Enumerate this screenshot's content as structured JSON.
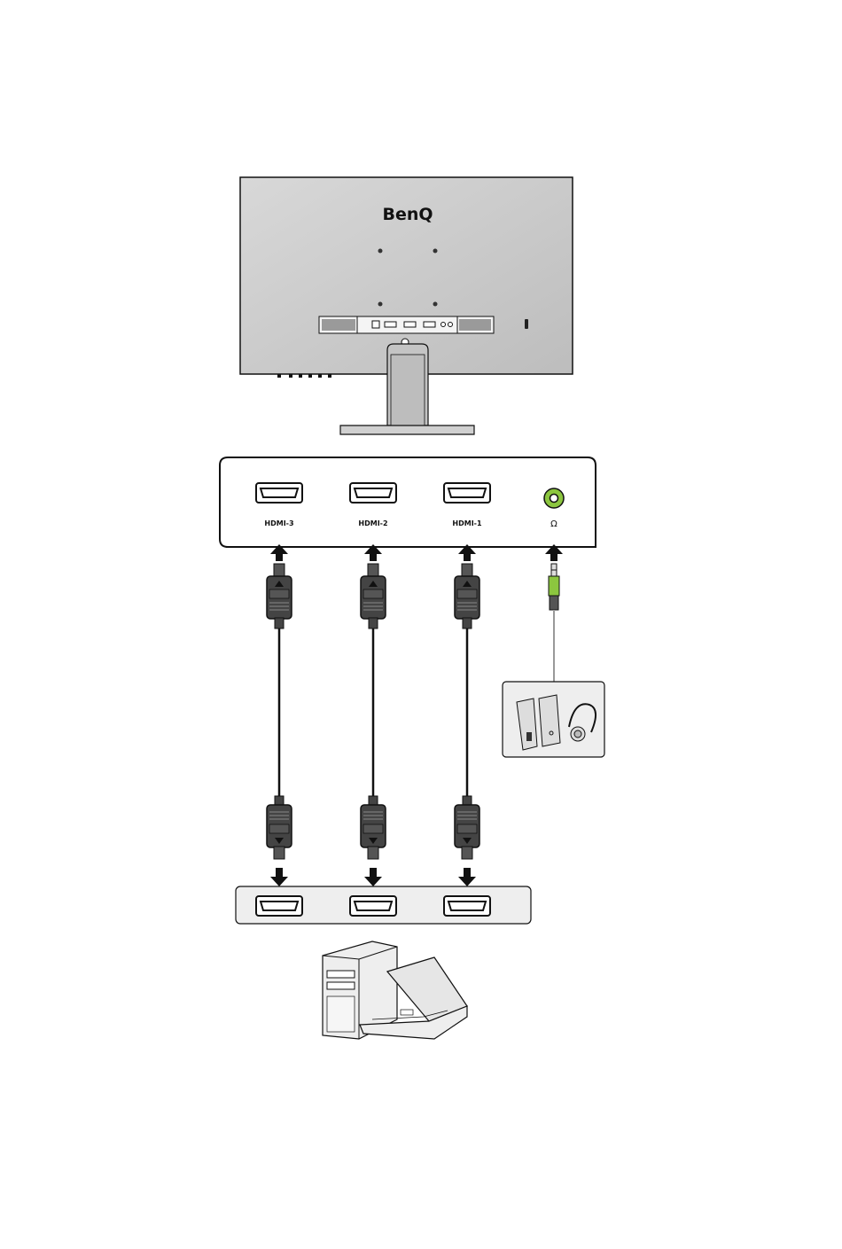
{
  "monitor": {
    "brand": "BenQ"
  },
  "io_panel": {
    "ports": [
      {
        "label": "HDMI-3"
      },
      {
        "label": "HDMI-2"
      },
      {
        "label": "HDMI-1"
      }
    ],
    "headphone_symbol": "Ω"
  },
  "colors": {
    "monitor_body": "#c9c9c9",
    "outline": "#111111",
    "audio_jack": "#8cc63f",
    "cable": "#222222",
    "panel_fill": "#ffffff",
    "peripheral_fill": "#eeeeee"
  }
}
